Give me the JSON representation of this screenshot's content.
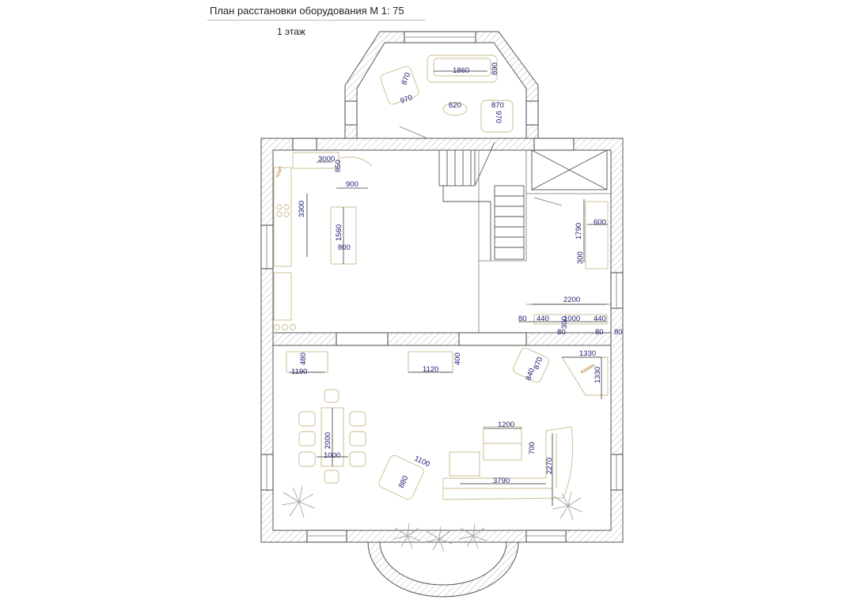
{
  "header": {
    "title": "План расстановки оборудования  М 1: 75",
    "floor": "1 этаж"
  },
  "labels": {
    "stove": "плит",
    "fireplace": "камин"
  },
  "dimensions": {
    "bay_1860": "1860",
    "bay_890": "890",
    "bay_870_left": "870",
    "bay_970_left": "970",
    "bay_620": "620",
    "bay_870_right": "870",
    "bay_970_right": "970",
    "kitchen_3000": "3000",
    "kitchen_850": "850",
    "kitchen_900": "900",
    "kitchen_3300": "3300",
    "island_1560": "1560",
    "island_800": "800",
    "right_1790": "1790",
    "right_600": "600",
    "right_300": "300",
    "right_2200": "2200",
    "right_80_a": "80",
    "right_440_a": "440",
    "right_1000": "1000",
    "right_440_b": "440",
    "right_300_b": "300",
    "right_80_b": "80",
    "right_80_c": "80",
    "right_80_d": "80",
    "living_480": "480",
    "living_1190": "1190",
    "living_1120": "1120",
    "living_400": "400",
    "living_1330_top": "1330",
    "living_1330_side": "1330",
    "chair_870": "870",
    "chair_840": "840",
    "table_2000": "2000",
    "table_1000": "1000",
    "armchair_1100": "1100",
    "armchair_880": "880",
    "coffee_1200": "1200",
    "coffee_700": "700",
    "sofa_3790": "3790",
    "sofa_2270": "2270"
  }
}
